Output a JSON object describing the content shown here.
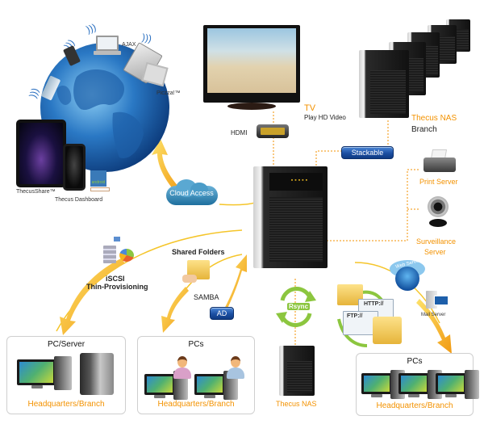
{
  "title": "Thecus NAS Network Application Diagram",
  "colors": {
    "accent_orange": "#f39200",
    "button_blue": "#1c4fa3",
    "arrow_yellow": "#f5b21c",
    "rsync_green": "#8cc63f",
    "dotted_line": "#f39200"
  },
  "mobile": {
    "ajax_label": "AJAX",
    "piczza_label": "Piczza!™",
    "thecusshare_label": "ThecusShare™",
    "dashboard_label": "Thecus Dashboard",
    "android_badge": "android"
  },
  "cloud_access": {
    "label": "Cloud Access"
  },
  "tv": {
    "title": "TV",
    "subtitle": "Play HD Video",
    "connector_label": "HDMI"
  },
  "branch_nas": {
    "title": "Thecus NAS",
    "subtitle": "Branch",
    "button_label": "Stackable"
  },
  "print_server": {
    "label": "Print Server"
  },
  "surveillance": {
    "label_line1": "Surveillance",
    "label_line2": "Server"
  },
  "iscsi": {
    "line1": "iSCSI",
    "line2": "Thin-Provisioning"
  },
  "shared_folders": {
    "title": "Shared Folders",
    "protocol": "SAMBA",
    "ad_button": "AD"
  },
  "rsync": {
    "label": "Rsync",
    "target_label": "Thecus NAS"
  },
  "services": {
    "http_label": "HTTP://",
    "ftp_label": "FTP://",
    "web_server_label": "Web Server",
    "mail_server_label": "Mail Server"
  },
  "sites": [
    {
      "title": "PC/Server",
      "footer": "Headquarters/Branch"
    },
    {
      "title": "PCs",
      "footer": "Headquarters/Branch"
    },
    {
      "title": "PCs",
      "footer": "Headquarters/Branch"
    }
  ]
}
